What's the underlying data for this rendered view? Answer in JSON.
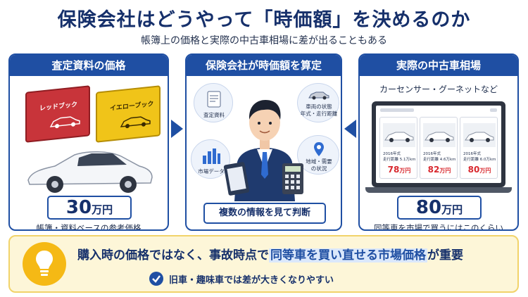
{
  "header": {
    "title": "保険会社はどうやって「時価額」を決めるのか",
    "subtitle": "帳簿上の価格と実際の中古車相場に差が出ることもある"
  },
  "panel_left": {
    "heading": "査定資料の価格",
    "book_red_label": "レッドブック",
    "book_yellow_label": "イエローブック",
    "price_value": "30",
    "price_unit": "万円",
    "caption": "帳簿・資料ベースの参考価格"
  },
  "panel_center": {
    "heading": "保険会社が時価額を算定",
    "items": {
      "docs": "査定資料",
      "market": "市場データ",
      "vehicle": "車両の状態\n年式・走行距離",
      "region": "地域・需要\nの状況"
    },
    "judge": "複数の情報を見て判断"
  },
  "panel_right": {
    "heading": "実際の中古車相場",
    "sites": "カーセンサー・グーネットなど",
    "listings": [
      {
        "year": "2016年式",
        "mileage": "走行距離 5.1万km",
        "price": "78",
        "unit": "万円"
      },
      {
        "year": "2016年式",
        "mileage": "走行距離 4.6万km",
        "price": "82",
        "unit": "万円"
      },
      {
        "year": "2016年式",
        "mileage": "走行距離 6.0万km",
        "price": "80",
        "unit": "万円"
      }
    ],
    "price_value": "80",
    "price_unit": "万円",
    "caption": "同等車を市場で買うにはこのくらい"
  },
  "banner": {
    "main_before": "購入時の価格ではなく、事故時点で",
    "main_highlight": "同等車を買い直せる市場価格",
    "main_after": "が重要",
    "sub": "旧車・趣味車では差が大きくなりやすい"
  },
  "colors": {
    "primary": "#1f4fa3",
    "dark": "#16306b",
    "banner_bg": "#fdf6d8",
    "accent_red": "#d8282e",
    "bulb": "#f5b915"
  }
}
